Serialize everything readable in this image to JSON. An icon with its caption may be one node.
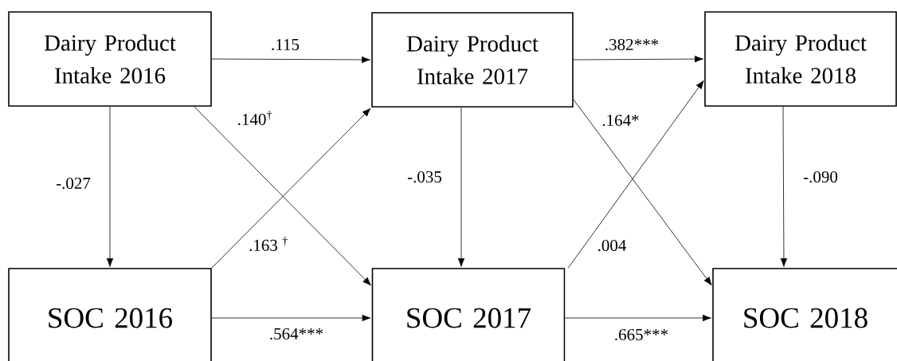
{
  "diagram": {
    "nodes": [
      {
        "text": [
          "Dairy Product Intake 2016"
        ]
      },
      {
        "text": [
          "Dairy Product Intake 2017"
        ]
      },
      {
        "text": [
          "Dairy Product Intake 2018"
        ]
      },
      {
        "text": [
          "SOC 2016"
        ]
      },
      {
        "text": [
          "SOC 2017"
        ]
      },
      {
        "text": [
          "SOC 2018"
        ]
      }
    ],
    "edges": [
      {
        "from": 0,
        "to": 1,
        "arrow": "to",
        "label": ".115"
      },
      {
        "from": 0,
        "to": 4,
        "arrow": "to",
        "label": ".140$^{†}$"
      },
      {
        "from": 0,
        "to": 3,
        "arrow": "to",
        "label": "-.027"
      },
      {
        "from": 3,
        "to": 1,
        "arrow": "to",
        "label": ".163 $^{†}$"
      },
      {
        "from": 3,
        "to": 4,
        "arrow": "to",
        "label": ".564***"
      },
      {
        "from": 1,
        "to": 2,
        "arrow": "to",
        "label": ".382***"
      },
      {
        "from": 1,
        "to": 5,
        "arrow": "to",
        "label": ".164*"
      },
      {
        "from": 1,
        "to": 4,
        "arrow": "to",
        "label": "-.035"
      },
      {
        "from": 4,
        "to": 2,
        "arrow": "to",
        "label": ".004"
      },
      {
        "from": 4,
        "to": 5,
        "arrow": "to",
        "label": ".665***"
      },
      {
        "from": 2,
        "to": 5,
        "arrow": "to",
        "label": "-.090"
      }
    ]
  }
}
